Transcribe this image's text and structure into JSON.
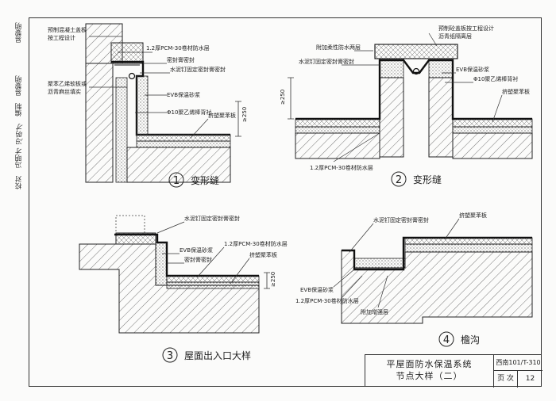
{
  "side_block": {
    "check_label": "校对",
    "check_name": "冯明才",
    "draw_label": "编制",
    "draw_name": "易黎明",
    "check_sign": "冯明才",
    "review_sign": "易黎明"
  },
  "details": [
    {
      "number": "1",
      "title": "变形缝",
      "labels": {
        "a": "预制混凝土盖板",
        "a2": "按工程设计",
        "b": "1.2厚PCM-30卷材防水层",
        "c": "密封膏密封",
        "d": "水泥钉固定密封膏密封",
        "e": "聚苯乙烯软板或",
        "e2": "沥青麻丝填实",
        "f": "EVB保温砂浆",
        "g": "Φ10聚乙烯棒背衬",
        "h": "挤塑聚苯板",
        "dim": "≥250"
      }
    },
    {
      "number": "2",
      "title": "变形缝",
      "labels": {
        "a": "预制砼盖板按工程设计",
        "b": "沥青纸隔离层",
        "c": "附加柔性防水两层",
        "d": "水泥钉固定密封膏密封",
        "e": "EVB保温砂浆",
        "f": "Φ10聚乙烯棒背衬",
        "g": "挤塑聚苯板",
        "h": "1.2厚PCM-30卷材防水层",
        "dim": "≥250"
      }
    },
    {
      "number": "3",
      "title": "屋面出入口大样",
      "labels": {
        "a": "水泥钉固定密封膏密封",
        "b": "EVB保温砂浆",
        "c": "密封膏密封",
        "d": "1.2厚PCM-30卷材防水层",
        "e": "挤塑聚苯板",
        "dim": "≥250"
      }
    },
    {
      "number": "4",
      "title": "檐沟",
      "labels": {
        "a": "水泥钉固定密封膏密封",
        "b": "挤塑聚苯板",
        "c": "EVB保温砂浆",
        "d": "1.2厚PCM-30卷材防水层",
        "e": "附加增强层"
      }
    }
  ],
  "title_block": {
    "title_line1": "平屋面防水保温系统",
    "title_line2": "节点大样（二）",
    "atlas_code": "西南101/T-310",
    "page_label": "页 次",
    "page_number": "12"
  }
}
